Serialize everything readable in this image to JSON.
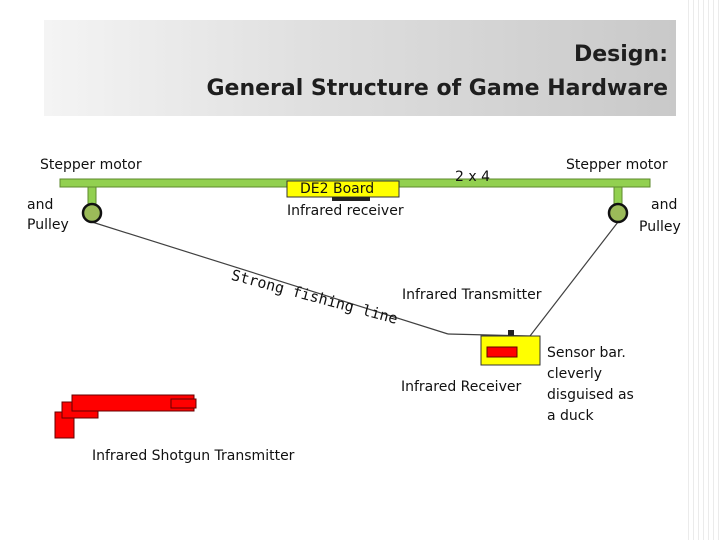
{
  "title": {
    "line1": "Design:",
    "line2": "General Structure of Game Hardware"
  },
  "labels": {
    "stepper_left_line1": "Stepper motor",
    "stepper_left_line2": "and",
    "stepper_left_line3": "Pulley",
    "stepper_right_line1": "Stepper motor",
    "stepper_right_line2": "and",
    "stepper_right_line3": "Pulley",
    "board_size": "2 x 4",
    "de2_board": "DE2 Board",
    "infrared_receiver_top": "Infrared receiver",
    "fishing_line": "Strong fishing line",
    "infrared_transmitter": "Infrared Transmitter",
    "infrared_receiver_bottom": "Infrared Receiver",
    "sensor_line1": "Sensor bar.",
    "sensor_line2": "cleverly",
    "sensor_line3": "disguised as",
    "sensor_line4": "a duck",
    "shotgun": "Infrared Shotgun Transmitter"
  },
  "colors": {
    "board": "#92d050",
    "pulley": "#9bbb59",
    "de2": "#ffff00",
    "duck": "#ffff00",
    "shotgun": "#ff0000",
    "line": "#404040"
  }
}
